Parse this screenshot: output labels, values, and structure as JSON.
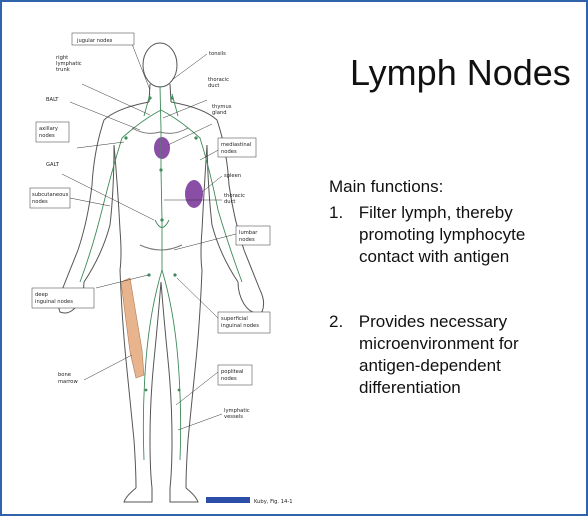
{
  "slide": {
    "title": "Lymph Nodes",
    "subtitle": "Main functions:",
    "functions": [
      {
        "number": "1.",
        "lines": [
          "Filter lymph, thereby",
          "promoting lymphocyte",
          "contact with antigen"
        ]
      },
      {
        "number": "2.",
        "lines": [
          "Provides necessary",
          "microenvironment for",
          "antigen-dependent",
          "differentiation"
        ]
      }
    ]
  },
  "figure": {
    "labels": {
      "jugular": "jugular nodes",
      "tonsils": "tonsils",
      "right_lymph_trunk": [
        "right",
        "lymphatic",
        "trunk"
      ],
      "thoracic_duct_top": [
        "thoracic",
        "duct"
      ],
      "balt": "BALT",
      "thymus": [
        "thymus",
        "gland"
      ],
      "axillary": [
        "axillary",
        "nodes"
      ],
      "mediastinal": [
        "mediastinal",
        "nodes"
      ],
      "galt": "GALT",
      "spleen": "spleen",
      "subcutaneous": [
        "subcutaneous",
        "nodes"
      ],
      "thoracic_duct_mid": [
        "thoracic",
        "duct"
      ],
      "lumbar": [
        "lumbar",
        "nodes"
      ],
      "deep_inguinal": [
        "deep",
        "inguinal nodes"
      ],
      "superficial_inguinal": [
        "superficial",
        "inguinal nodes"
      ],
      "bone_marrow": [
        "bone",
        "marrow"
      ],
      "popliteal": [
        "popliteal",
        "nodes"
      ],
      "lymphatic_vessels": [
        "lymphatic",
        "vessels"
      ],
      "caption": "Kuby, Fig. 14-1"
    },
    "colors": {
      "organ_purple": "#8b4ea6",
      "bone_orange": "#e8b48e",
      "vessel_green": "#3e8a5a",
      "slide_border": "#2f64ad",
      "caption_blue": "#2b4fa8"
    }
  }
}
